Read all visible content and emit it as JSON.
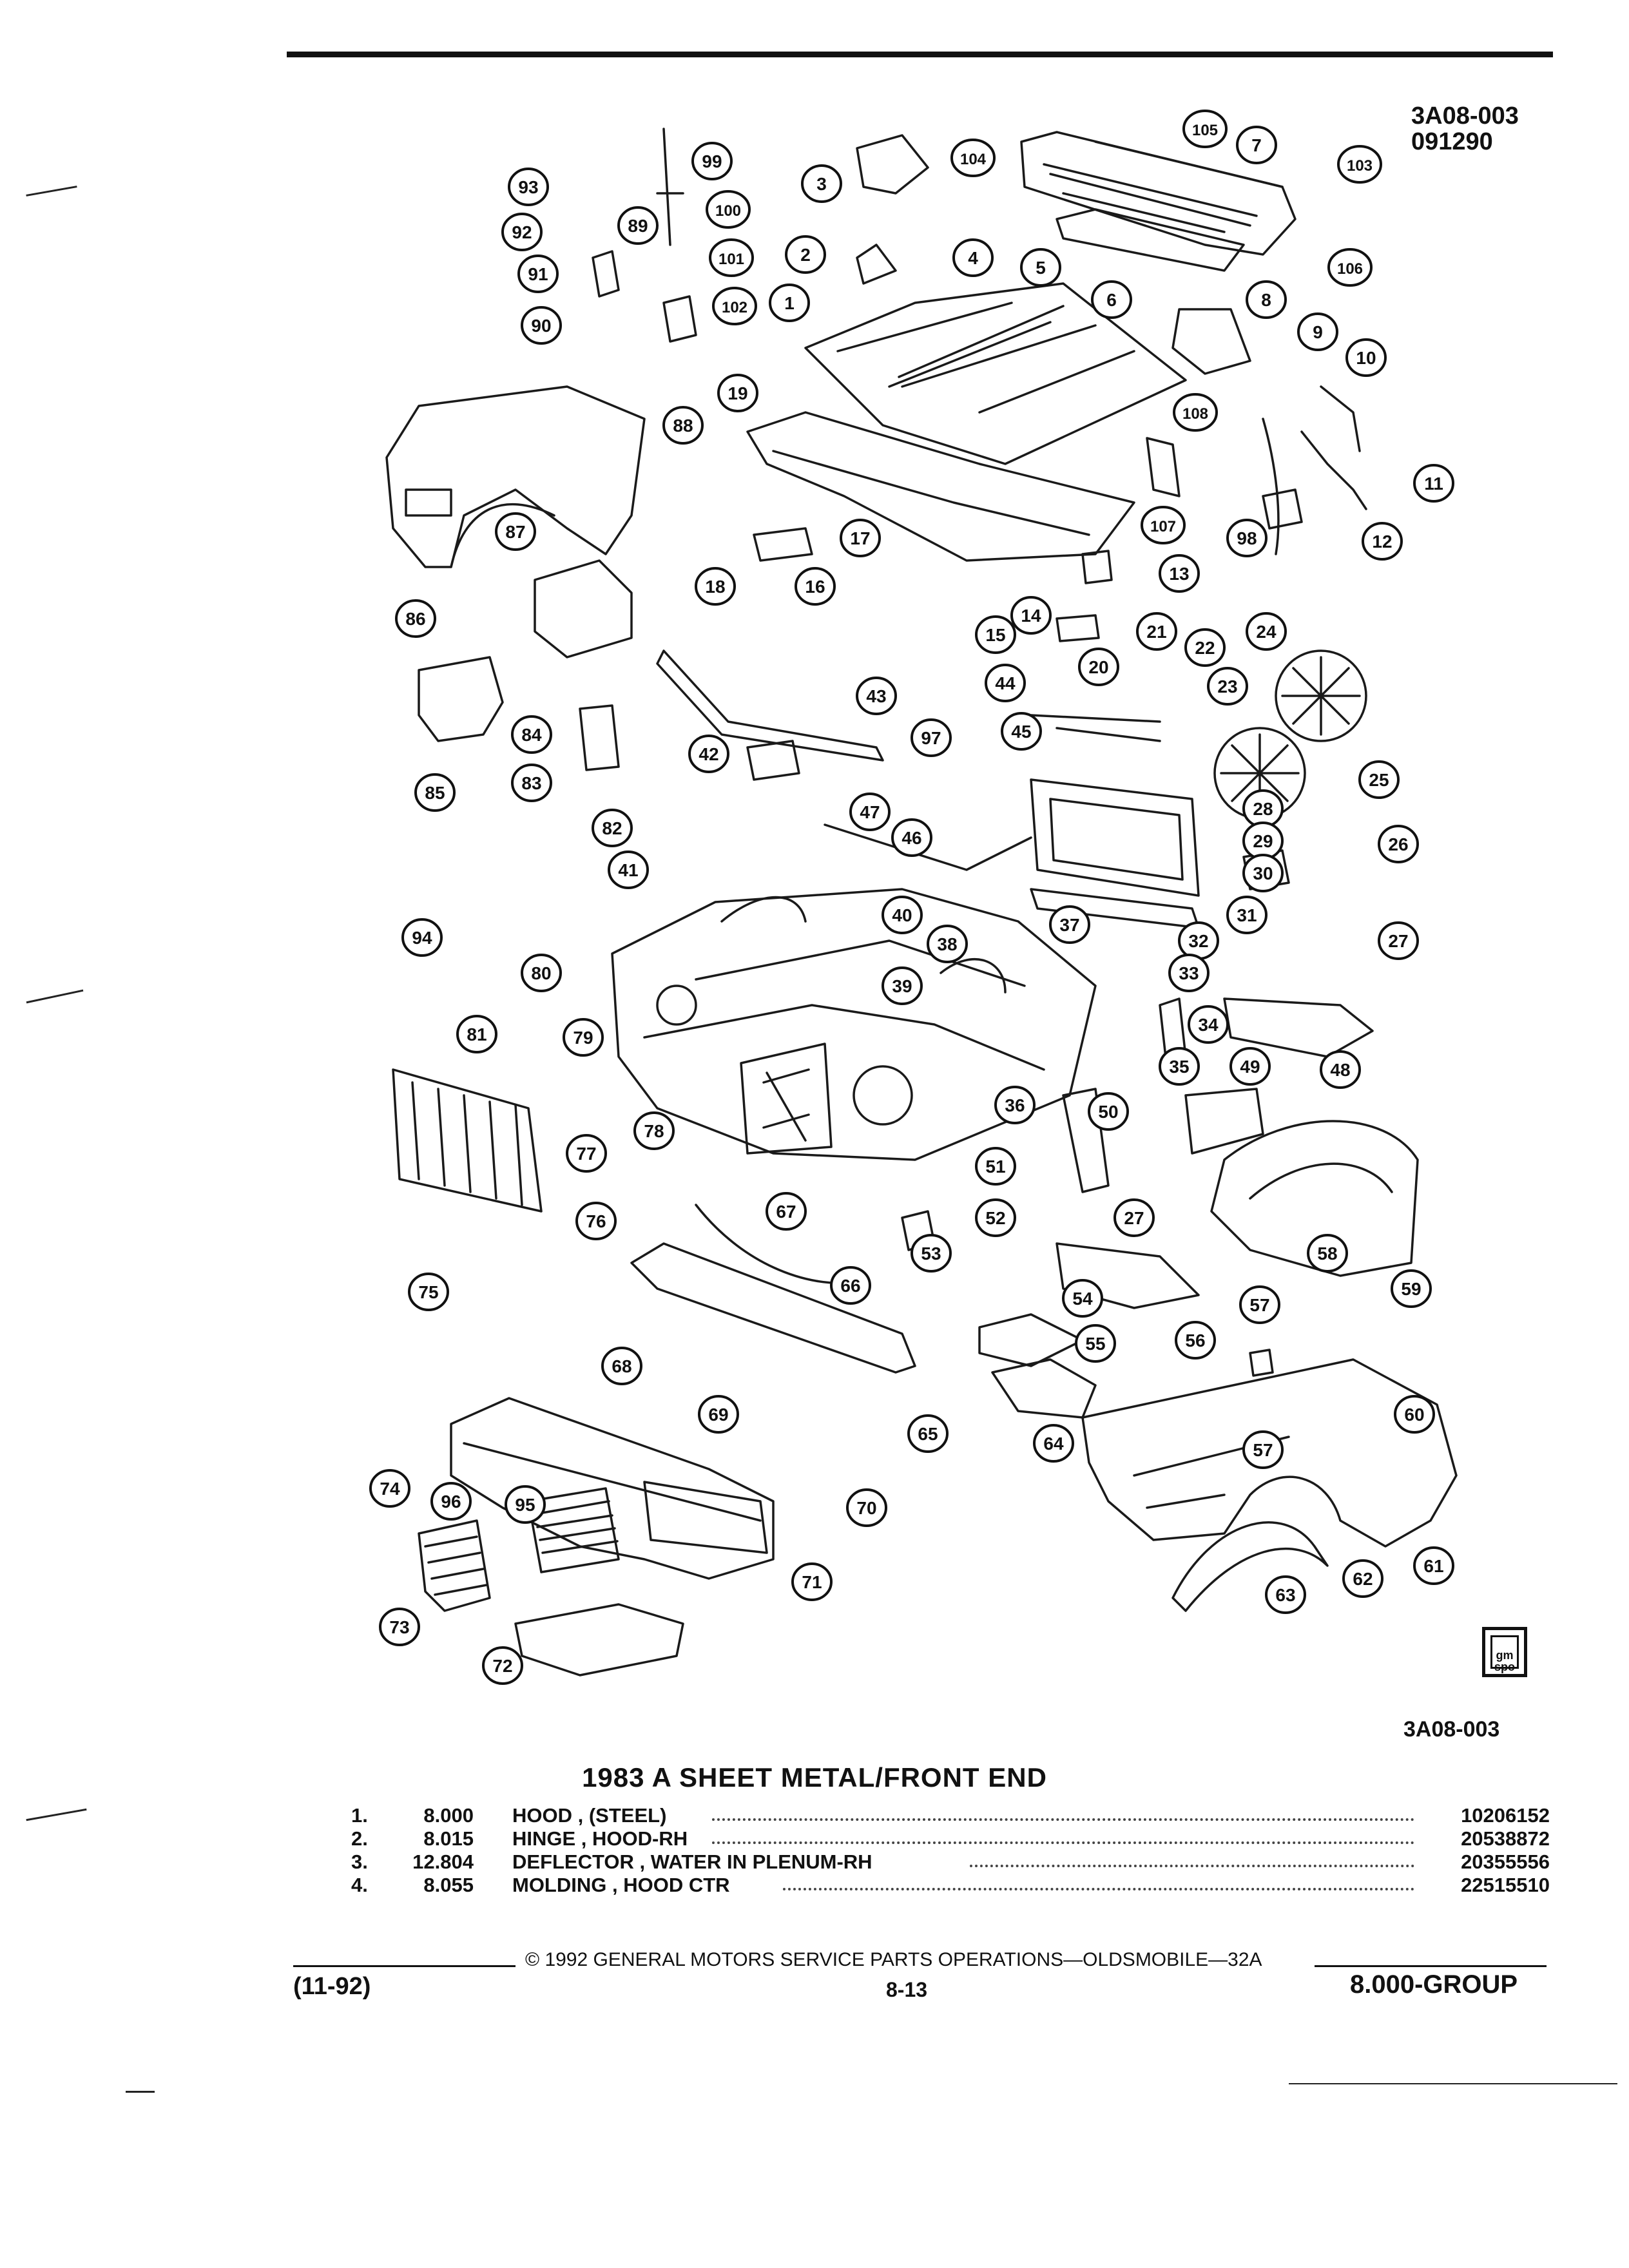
{
  "header": {
    "drawing_code": "3A08-003",
    "date_code": "091290"
  },
  "diagram": {
    "callouts": [
      "1",
      "2",
      "3",
      "4",
      "5",
      "6",
      "7",
      "8",
      "9",
      "10",
      "11",
      "12",
      "13",
      "14",
      "15",
      "16",
      "17",
      "18",
      "19",
      "20",
      "21",
      "22",
      "23",
      "24",
      "25",
      "26",
      "27",
      "27",
      "28",
      "29",
      "30",
      "31",
      "32",
      "33",
      "34",
      "35",
      "36",
      "37",
      "38",
      "39",
      "40",
      "41",
      "42",
      "43",
      "44",
      "45",
      "46",
      "47",
      "48",
      "49",
      "50",
      "51",
      "52",
      "53",
      "54",
      "55",
      "56",
      "57",
      "57",
      "58",
      "59",
      "60",
      "61",
      "62",
      "63",
      "64",
      "65",
      "66",
      "67",
      "68",
      "69",
      "70",
      "71",
      "72",
      "73",
      "74",
      "75",
      "76",
      "77",
      "78",
      "79",
      "80",
      "81",
      "82",
      "83",
      "84",
      "85",
      "86",
      "87",
      "88",
      "89",
      "90",
      "91",
      "92",
      "93",
      "94",
      "95",
      "96",
      "97",
      "98",
      "99",
      "100",
      "101",
      "102",
      "103",
      "104",
      "105",
      "106",
      "107",
      "108"
    ],
    "logo_text": "gm spo",
    "code_bottom": "3A08-003"
  },
  "title": "1983 A SHEET METAL/FRONT END",
  "parts": [
    {
      "num": "1.",
      "qty": "8.000",
      "desc": "HOOD , (STEEL)",
      "part": "10206152"
    },
    {
      "num": "2.",
      "qty": "8.015",
      "desc": "HINGE , HOOD-RH",
      "part": "20538872"
    },
    {
      "num": "3.",
      "qty": "12.804",
      "desc": "DEFLECTOR , WATER IN PLENUM-RH",
      "part": "20355556"
    },
    {
      "num": "4.",
      "qty": "8.055",
      "desc": "MOLDING , HOOD CTR",
      "part": "22515510"
    }
  ],
  "footer": {
    "copyright": "© 1992 GENERAL MOTORS SERVICE PARTS OPERATIONS—OLDSMOBILE—32A",
    "date": "(11-92)",
    "page": "8-13",
    "group": "8.000-GROUP"
  }
}
